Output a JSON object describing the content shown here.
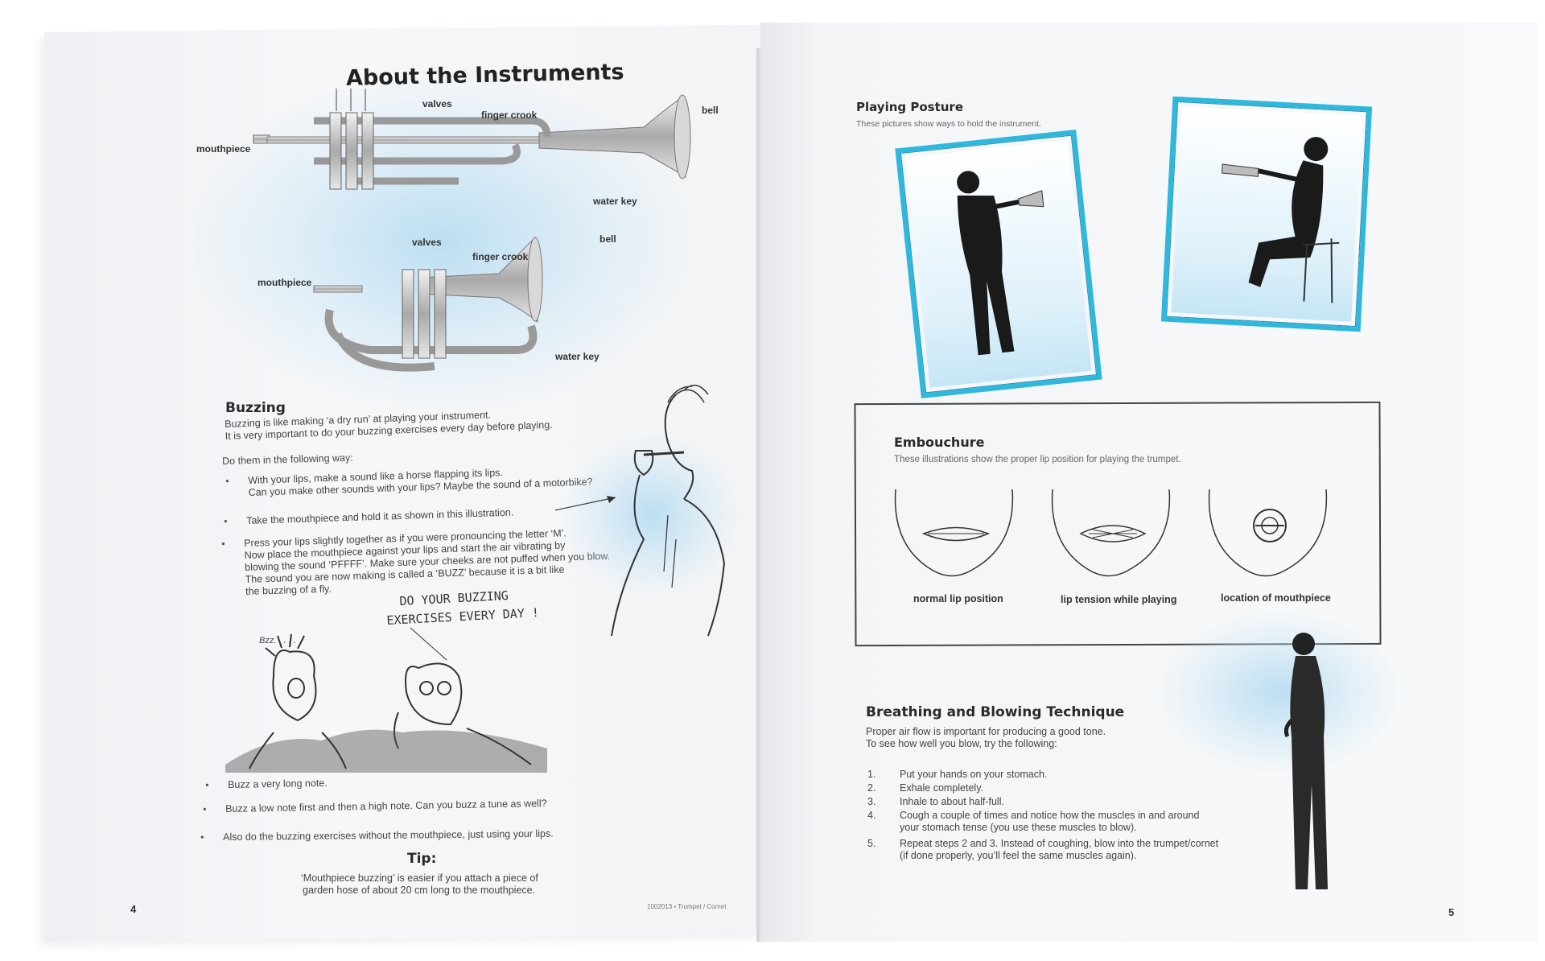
{
  "left_page": {
    "title": "About the Instruments",
    "trumpet_labels": {
      "valves": "valves",
      "finger_crook": "finger crook",
      "bell": "bell",
      "mouthpiece": "mouthpiece",
      "water_key": "water key"
    },
    "cornet_labels": {
      "valves": "valves",
      "finger_crook": "finger crook",
      "bell": "bell",
      "mouthpiece": "mouthpiece",
      "water_key": "water key"
    },
    "buzzing": {
      "heading": "Buzzing",
      "intro_line1": "Buzzing is like making ‘a dry run’ at playing your instrument.",
      "intro_line2": "It is very important to do your buzzing exercises every day before playing.",
      "do_them": "Do them in the following way:",
      "bullets": [
        {
          "line1": "With your lips, make a sound like a horse flapping its lips.",
          "line2": "Can you make other sounds with your lips? Maybe the sound of a motorbike?"
        },
        {
          "line1": "Take the mouthpiece and hold it as shown in this illustration."
        },
        {
          "line1": "Press your lips slightly together as if you were pronouncing the letter ‘M’.",
          "line2": "Now place the mouthpiece against your lips and start the air vibrating by",
          "line3": "blowing the sound ‘PFFFF’. Make sure your cheeks are not puffed when you blow.",
          "line4": "The sound you are now making is called a ‘BUZZ’ because it is a bit like",
          "line5": "the buzzing of a fly."
        }
      ],
      "cartoon_caption_line1": "DO YOUR BUZZING",
      "cartoon_caption_line2": "EXERCISES EVERY DAY !",
      "cartoon_buzz": "Bzz. . . . .",
      "bullets2": [
        "Buzz a very long note.",
        "Buzz a low note first and then a high note. Can you buzz a tune as well?",
        "Also do the buzzing exercises without the mouthpiece, just using your lips."
      ]
    },
    "tip": {
      "heading": "Tip:",
      "line1": "‘Mouthpiece buzzing’ is easier if you attach a piece of",
      "line2": "garden hose of about 20 cm long to the mouthpiece."
    },
    "page_number": "4",
    "footer": "1002013 • Trumpet / Cornet"
  },
  "right_page": {
    "posture": {
      "heading": "Playing Posture",
      "sub": "These pictures show ways to hold the instrument."
    },
    "embouchure": {
      "heading": "Embouchure",
      "sub": "These illustrations show the proper lip position for playing the trumpet.",
      "captions": [
        "normal lip position",
        "lip tension while playing",
        "location of mouthpiece"
      ]
    },
    "breathing": {
      "heading": "Breathing and Blowing Technique",
      "line1": "Proper air flow is important for producing a good tone.",
      "line2": "To see how well you blow, try the following:",
      "steps": [
        {
          "num": "1.",
          "line1": "Put your hands on your stomach."
        },
        {
          "num": "2.",
          "line1": "Exhale completely."
        },
        {
          "num": "3.",
          "line1": "Inhale to about half-full."
        },
        {
          "num": "4.",
          "line1": "Cough a couple of times and notice how the muscles in and around",
          "line2": "your stomach tense (you use these muscles to blow)."
        },
        {
          "num": "5.",
          "line1": "Repeat steps 2 and 3. Instead of coughing, blow into the trumpet/cornet",
          "line2": "(if done properly, you’ll feel the same muscles again)."
        }
      ]
    },
    "page_number": "5"
  },
  "colors": {
    "frame_blue": "#2fb7dc",
    "glow_blue": "#aad7f0",
    "ink": "#2a2a2a"
  }
}
